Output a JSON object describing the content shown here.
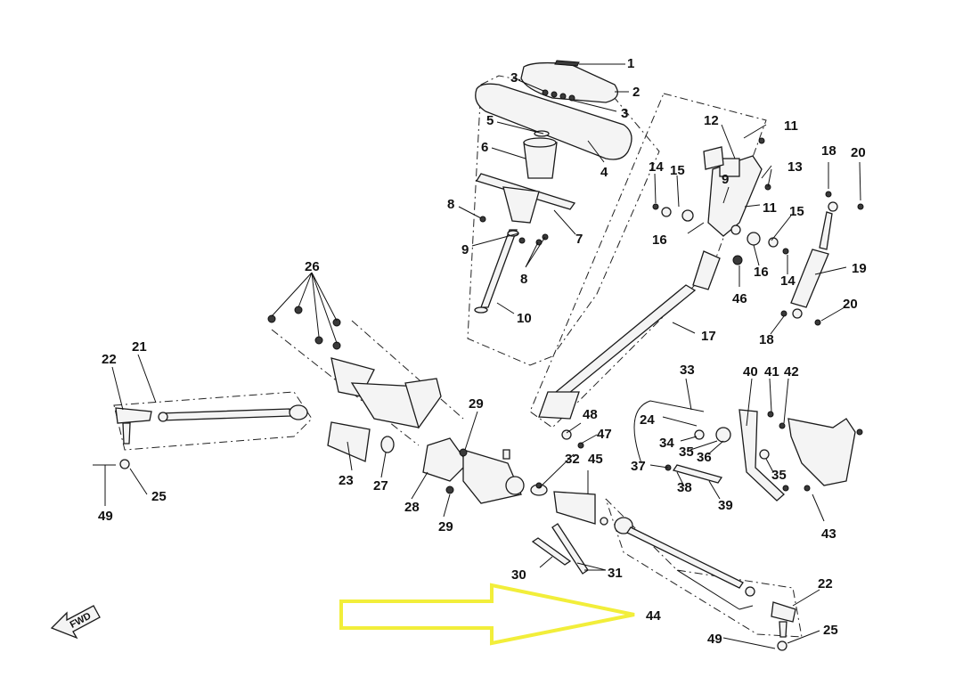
{
  "labels": {
    "l1": "1",
    "l2": "2",
    "l3a": "3",
    "l3b": "3",
    "l4": "4",
    "l5": "5",
    "l6": "6",
    "l7": "7",
    "l8a": "8",
    "l8b": "8",
    "l9a": "9",
    "l9b": "9",
    "l10": "10",
    "l11a": "11",
    "l11b": "11",
    "l12": "12",
    "l13": "13",
    "l14a": "14",
    "l14b": "14",
    "l15a": "15",
    "l15b": "15",
    "l16a": "16",
    "l16b": "16",
    "l17": "17",
    "l18a": "18",
    "l18b": "18",
    "l19": "19",
    "l20a": "20",
    "l20b": "20",
    "l21": "21",
    "l22a": "22",
    "l22b": "22",
    "l23": "23",
    "l24": "24",
    "l25a": "25",
    "l25b": "25",
    "l26": "26",
    "l27": "27",
    "l28": "28",
    "l29a": "29",
    "l29b": "29",
    "l30": "30",
    "l31": "31",
    "l32": "32",
    "l33": "33",
    "l34": "34",
    "l35a": "35",
    "l35b": "35",
    "l36": "36",
    "l37": "37",
    "l38": "38",
    "l39": "39",
    "l40": "40",
    "l41": "41",
    "l42": "42",
    "l43": "43",
    "l44": "44",
    "l45": "45",
    "l46": "46",
    "l47": "47",
    "l48": "48",
    "l49a": "49",
    "l49b": "49"
  },
  "fwd_label": "FWD",
  "highlight_color": "#f2ee3a"
}
